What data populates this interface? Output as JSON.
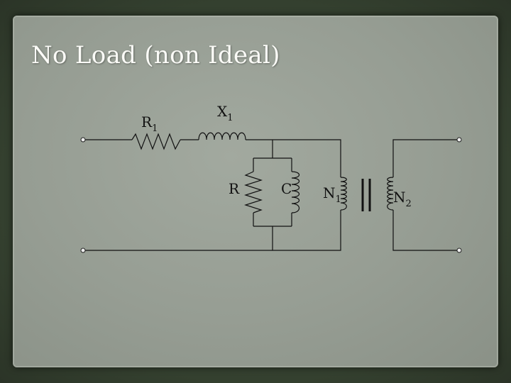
{
  "slide": {
    "title": "No Load (non Ideal)"
  },
  "diagram": {
    "labels": {
      "r1": {
        "main": "R",
        "sub": "1"
      },
      "x1": {
        "main": "X",
        "sub": "1"
      },
      "r": {
        "main": "R",
        "sub": ""
      },
      "c": {
        "main": "C",
        "sub": ""
      },
      "n1": {
        "main": "N",
        "sub": "1"
      },
      "n2": {
        "main": "N",
        "sub": "2"
      }
    }
  }
}
